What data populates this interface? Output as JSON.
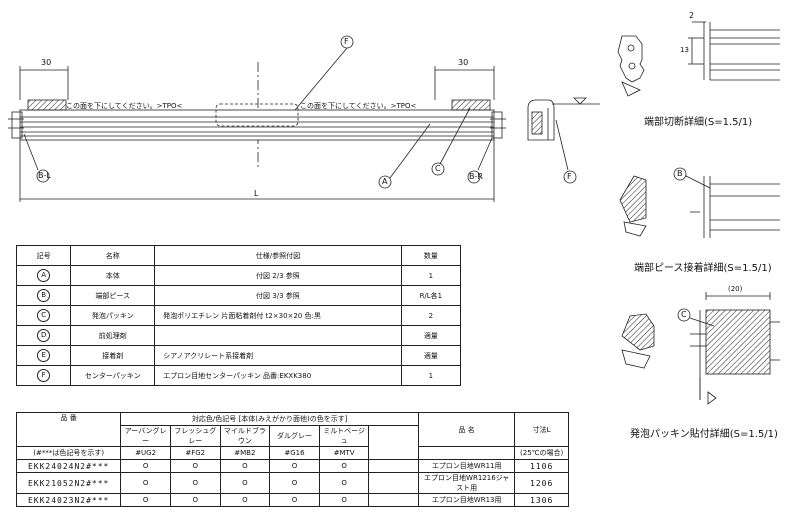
{
  "elevation": {
    "dim_left": "30",
    "dim_right": "30",
    "dim_length": "L",
    "label_top": "この面を下にしてください。>TPO<",
    "markers": {
      "F": "F",
      "A": "A",
      "B_L": "B-L",
      "B_R": "B-R",
      "C": "C"
    }
  },
  "section_marker": "F",
  "details": [
    {
      "title": "端部切断詳細(S=1.5/1)",
      "dim_2": "2",
      "dim_13": "13"
    },
    {
      "title": "端部ピース接着詳細(S=1.5/1)",
      "marker": "B"
    },
    {
      "title": "発泡パッキン貼付詳細(S=1.5/1)",
      "marker": "C",
      "dim_20": "(20)"
    }
  ],
  "parts_table": {
    "headers": [
      "記号",
      "名称",
      "仕様/参照付図",
      "数量"
    ],
    "rows": [
      {
        "sym": "A",
        "name": "本体",
        "spec": "付図 2/3 参照",
        "qty": "1"
      },
      {
        "sym": "B",
        "name": "端部ピース",
        "spec": "付図 3/3 参照",
        "qty": "R/L各1"
      },
      {
        "sym": "C",
        "name": "発泡パッキン",
        "spec": "発泡ポリエチレン 片面粘着剤付 t2×30×20 色:黒",
        "qty": "2"
      },
      {
        "sym": "D",
        "name": "前処理剤",
        "spec": "",
        "qty": "適量"
      },
      {
        "sym": "E",
        "name": "接着剤",
        "spec": "シアノアクリレート系接着剤",
        "qty": "適量"
      },
      {
        "sym": "F",
        "name": "センターパッキン",
        "spec": "エプロン目地センターパッキン 品番:EKXK380",
        "qty": "1"
      }
    ]
  },
  "product_table": {
    "col_hinban": "品 番",
    "color_header": "対応色/色記号 [本体(みえがかり面他)の色を示す]",
    "col_name": "品 名",
    "col_dim": "寸法L",
    "note_hinban": "(#***は色記号を示す)",
    "note_dim": "(25℃の場合)",
    "colors": [
      {
        "name": "アーバングレー",
        "code": "#UG2"
      },
      {
        "name": "フレッシュグレー",
        "code": "#FG2"
      },
      {
        "name": "マイルドブラウン",
        "code": "#MB2"
      },
      {
        "name": "ダルグレー",
        "code": "#G16"
      },
      {
        "name": "ミルトベージュ",
        "code": "#MTV"
      }
    ],
    "rows": [
      {
        "code": "EKK24024N2#***",
        "marks": [
          "O",
          "O",
          "O",
          "O",
          "O"
        ],
        "name": "エプロン目地WR11用",
        "dim": "1106"
      },
      {
        "code": "EKK21052N2#***",
        "marks": [
          "O",
          "O",
          "O",
          "O",
          "O"
        ],
        "name": "エプロン目地WR1216ジャスト用",
        "dim": "1206"
      },
      {
        "code": "EKK24023N2#***",
        "marks": [
          "O",
          "O",
          "O",
          "O",
          "O"
        ],
        "name": "エプロン目地WR13用",
        "dim": "1306"
      }
    ]
  }
}
